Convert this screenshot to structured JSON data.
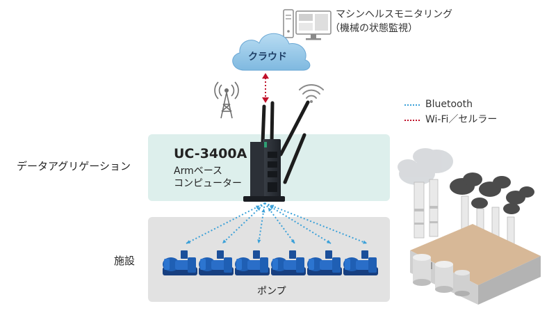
{
  "monitor": {
    "title": "マシンヘルスモニタリング",
    "subtitle": "（機械の状態監視）"
  },
  "cloud": {
    "label": "クラウド"
  },
  "legend": {
    "bluetooth": "Bluetooth",
    "wifi": "Wi-Fi／セルラー"
  },
  "aggregation": {
    "label": "データアグリゲーション"
  },
  "device": {
    "model": "UC-3400A",
    "line1": "Armベース",
    "line2": "コンピューター"
  },
  "facility": {
    "label": "施設"
  },
  "pumps": {
    "label": "ポンプ",
    "count": 6
  },
  "colors": {
    "bluetooth": "#3aa0d8",
    "wifi": "#c0112a",
    "cloud": "#8fc5e6",
    "pump": "#1f5fb4",
    "aggregation_bg": "#ddefec",
    "facility_bg": "#e2e2e2"
  },
  "icons": [
    "monitor-icon",
    "cloud-icon",
    "cell-tower-icon",
    "wifi-icon",
    "device-icon",
    "pump-icon",
    "factory-icon"
  ]
}
